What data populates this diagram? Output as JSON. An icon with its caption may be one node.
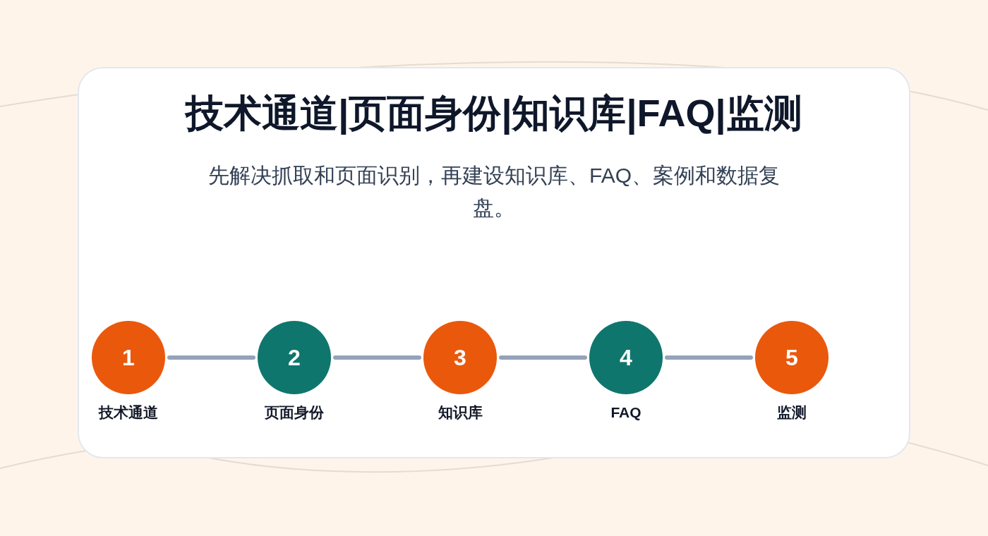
{
  "diagram": {
    "title": "技术通道|页面身份|知识库|FAQ|监测",
    "nodes": [
      {
        "text": [
          "1"
        ],
        "beside": [
          "技术通道"
        ]
      },
      {
        "text": [
          "2"
        ],
        "beside": [
          "页面身份"
        ]
      },
      {
        "text": [
          "3"
        ],
        "beside": [
          "知识库"
        ]
      },
      {
        "text": [
          "4"
        ],
        "beside": [
          "FAQ"
        ]
      },
      {
        "text": [
          "5"
        ],
        "beside": [
          "监测"
        ]
      }
    ],
    "edges": [
      {
        "from": 0,
        "to": 1,
        "arrow": "none"
      },
      {
        "from": 1,
        "to": 2,
        "arrow": "none"
      },
      {
        "from": 2,
        "to": 3,
        "arrow": "none"
      },
      {
        "from": 3,
        "to": 4,
        "arrow": "none"
      }
    ],
    "labels": [
      "先解决抓取和页面识别，再建设知识库、FAQ、案例和数据复盘。"
    ]
  }
}
